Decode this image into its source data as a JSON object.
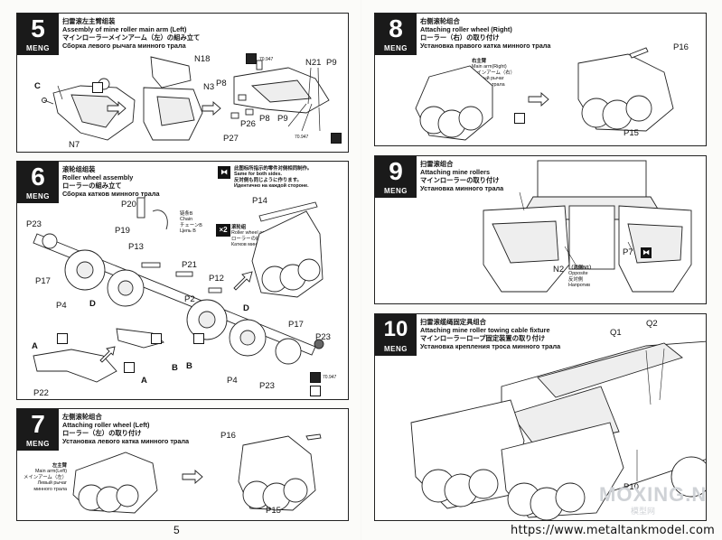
{
  "brand": "MENG",
  "page_number": "5",
  "url": "https://www.metaltankmodel.com",
  "watermark": {
    "main": "MOXING.NET",
    "sub": "模型网"
  },
  "paint_code": "70.947",
  "steps": {
    "s5": {
      "num": "5",
      "zh": "扫雷滚左主臂组装",
      "en": "Assembly of mine roller main arm (Left)",
      "ja": "マインローラーメインアーム（左）の組み立て",
      "ru": "Сборка левого рычага минного трала",
      "labels": {
        "c": "C",
        "n7": "N7",
        "n18": "N18",
        "n3": "N3",
        "p8a": "P8",
        "p26": "P26",
        "p27": "P27",
        "p8b": "P8",
        "p9a": "P9",
        "n21": "N21",
        "p9b": "P9"
      }
    },
    "s6": {
      "num": "6",
      "zh": "滚轮组组装",
      "en": "Roller wheel assembly",
      "ja": "ローラーの組み立て",
      "ru": "Сборка катков минного трала",
      "note": {
        "zh": "此图标所指示的零件对侧相同制作。",
        "en": "Same for both sides.",
        "ja": "反対側も同じように作ります。",
        "ru": "Идентично на каждой стороне."
      },
      "chain": {
        "zh": "链条B",
        "en": "Chain",
        "ja": "チェーンB",
        "ru": "Цепь B"
      },
      "roller": {
        "mult": "×2",
        "zh": "滚轮组",
        "en": "Roller wheel assembly",
        "ja": "ローラーの組み立て",
        "ru": "Катков минного трала"
      },
      "labels": {
        "p20": "P20",
        "p19": "P19",
        "p13": "P13",
        "p23a": "P23",
        "p17a": "P17",
        "p4a": "P4",
        "da": "D",
        "p21": "P21",
        "p12": "P12",
        "p14": "P14",
        "p2": "P2",
        "db": "D",
        "p17b": "P17",
        "p23b": "P23",
        "aa": "A",
        "ab": "A",
        "p22": "P22",
        "ba": "B",
        "bb": "B",
        "p4b": "P4",
        "p23c": "P23"
      }
    },
    "s7": {
      "num": "7",
      "zh": "左侧滚轮组合",
      "en": "Attaching roller wheel (Left)",
      "ja": "ローラー（左）の取り付け",
      "ru": "Установка левого катка минного трала",
      "arm": {
        "zh": "左主臂",
        "en": "Main arm(Left)",
        "ja": "メインアーム（左）",
        "ru1": "Левый рычаг",
        "ru2": "минного трала"
      },
      "labels": {
        "p16": "P16",
        "p15": "P15"
      }
    },
    "s8": {
      "num": "8",
      "zh": "右侧滚轮组合",
      "en": "Attaching roller wheel (Right)",
      "ja": "ローラー（右）の取り付け",
      "ru": "Установка правого катка минного трала",
      "arm": {
        "zh": "右主臂",
        "en": "Main arm(Right)",
        "ja": "メインアーム（右）",
        "ru1": "Правый рычаг",
        "ru2": "минного трала"
      },
      "labels": {
        "p16": "P16",
        "p15": "P15"
      }
    },
    "s9": {
      "num": "9",
      "zh": "扫雷滚组合",
      "en": "Attaching mine rollers",
      "ja": "マインローラーの取り付け",
      "ru": "Установка минного трала",
      "labels": {
        "n2": "N2",
        "p7": "P7"
      },
      "n1note": {
        "zh": "（对侧N1）",
        "en": "Opposite",
        "ja": "反対側",
        "ru": "Напротив"
      }
    },
    "s10": {
      "num": "10",
      "zh": "扫雷滚缆绳固定具组合",
      "en": "Attaching mine roller towing cable fixture",
      "ja": "マインローラーロープ固定装置の取り付け",
      "ru": "Установка крепления троса минного трала",
      "labels": {
        "q1": "Q1",
        "q2": "Q2",
        "p10": "P10"
      }
    }
  }
}
